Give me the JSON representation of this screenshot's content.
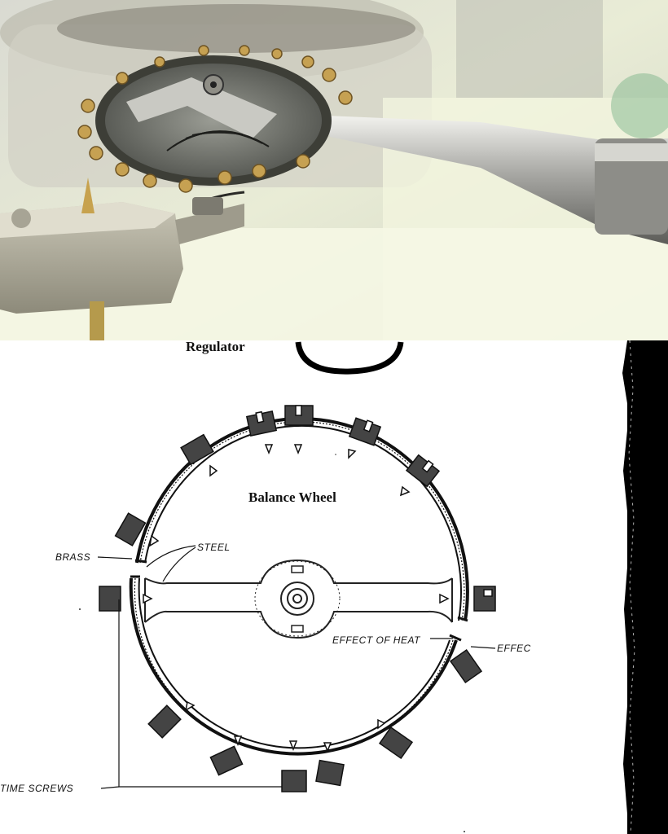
{
  "photo": {
    "description_icon": "balance-wheel-photo"
  },
  "diagram": {
    "top_label": "Regulator",
    "title": "Balance Wheel",
    "labels": {
      "brass": "BRASS",
      "steel": "STEEL",
      "effect_of_heat": "EFFECT OF HEAT",
      "effect_cut": "EFFEC",
      "time_screws": "TIME SCREWS"
    }
  }
}
